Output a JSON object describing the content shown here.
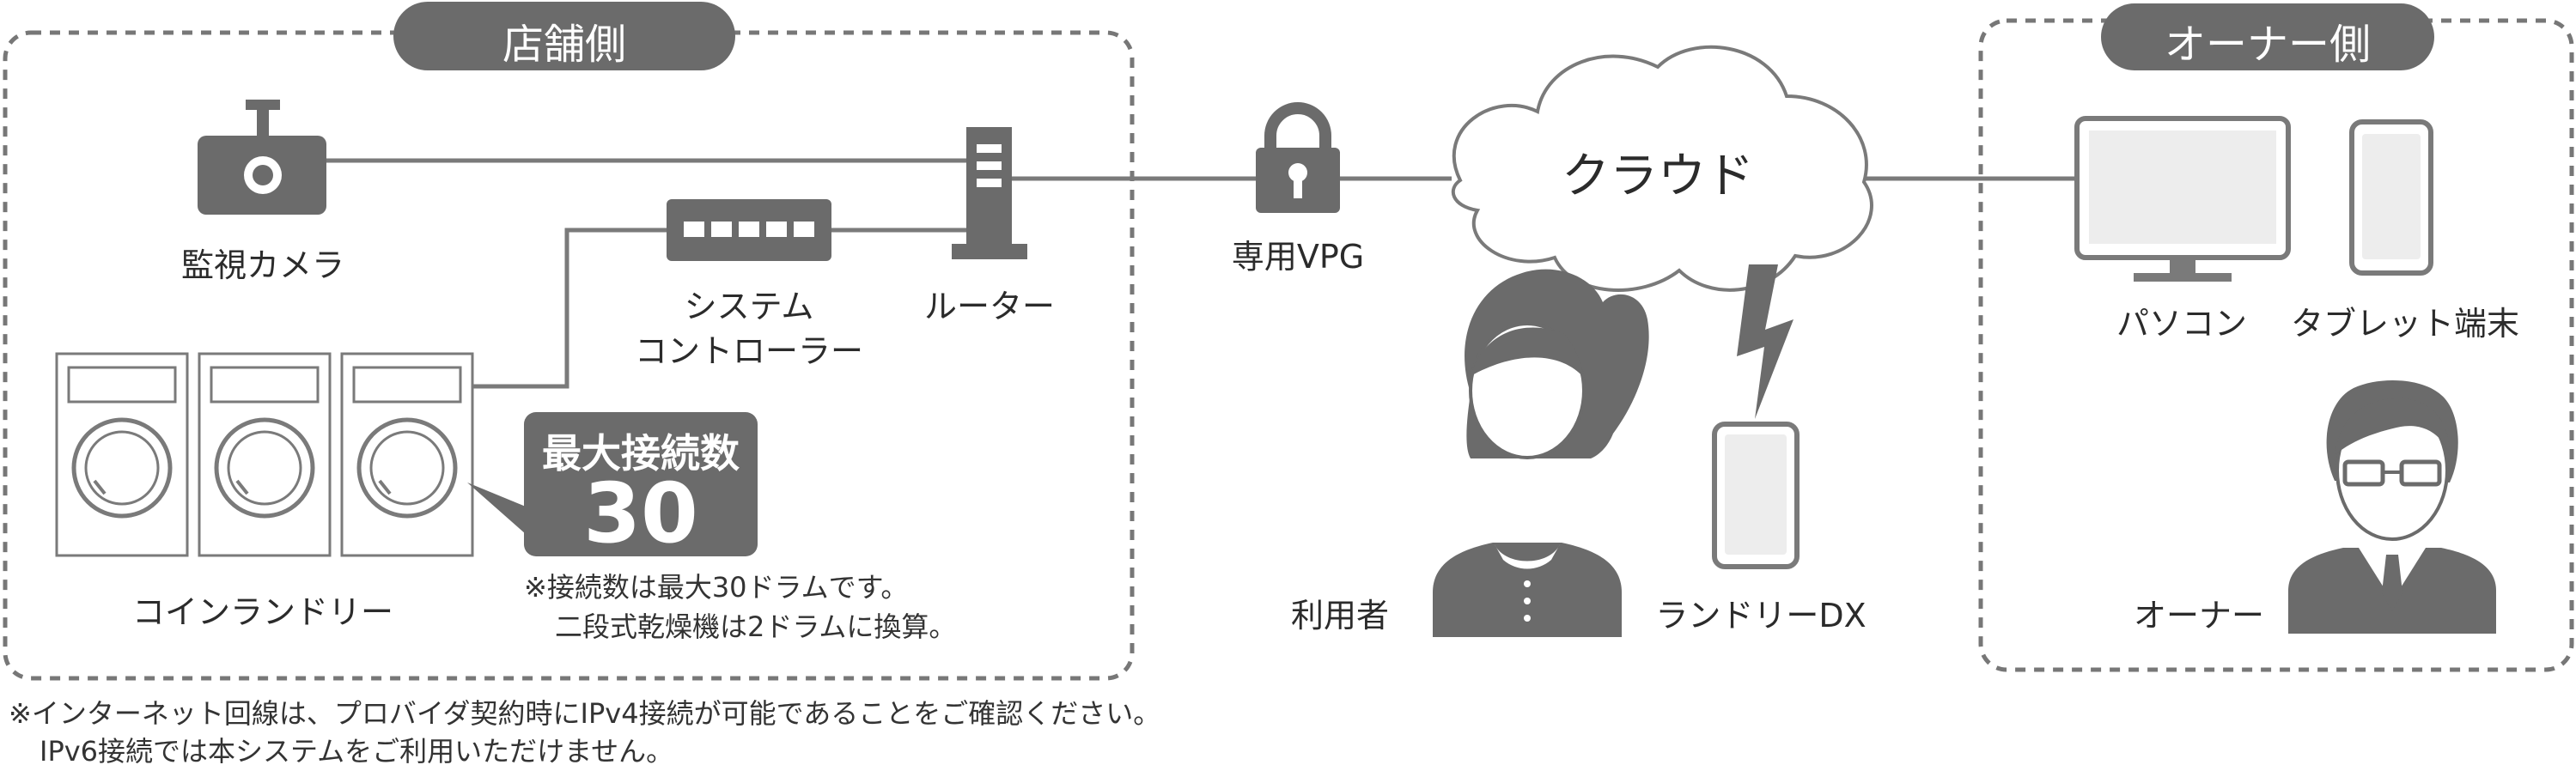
{
  "groups": {
    "store": {
      "title": "店舗側"
    },
    "owner": {
      "title": "オーナー側"
    }
  },
  "store": {
    "camera_label": "監視カメラ",
    "controller_label_line1": "システム",
    "controller_label_line2": "コントローラー",
    "router_label": "ルーター",
    "laundry_label": "コインランドリー",
    "callout": {
      "title": "最大接続数",
      "number": "30"
    },
    "note_line1": "※接続数は最大30ドラムです。",
    "note_line2": "二段式乾燥機は2ドラムに換算。"
  },
  "network": {
    "vpg_label": "専用VPG",
    "cloud_label": "クラウド"
  },
  "users": {
    "user_label": "利用者",
    "app_label": "ランドリーDX"
  },
  "owner": {
    "pc_label": "パソコン",
    "tablet_label": "タブレット端末",
    "owner_label": "オーナー"
  },
  "footer": {
    "line1": "※インターネット回線は、プロバイダ契約時にIPv4接続が可能であることをご確認ください。",
    "line2": "IPv6接続では本システムをご利用いただけません。"
  },
  "colors": {
    "icon": "#6b6b6b",
    "line": "#7a7a7a",
    "dash": "#777777",
    "text": "#2b2b2b"
  }
}
